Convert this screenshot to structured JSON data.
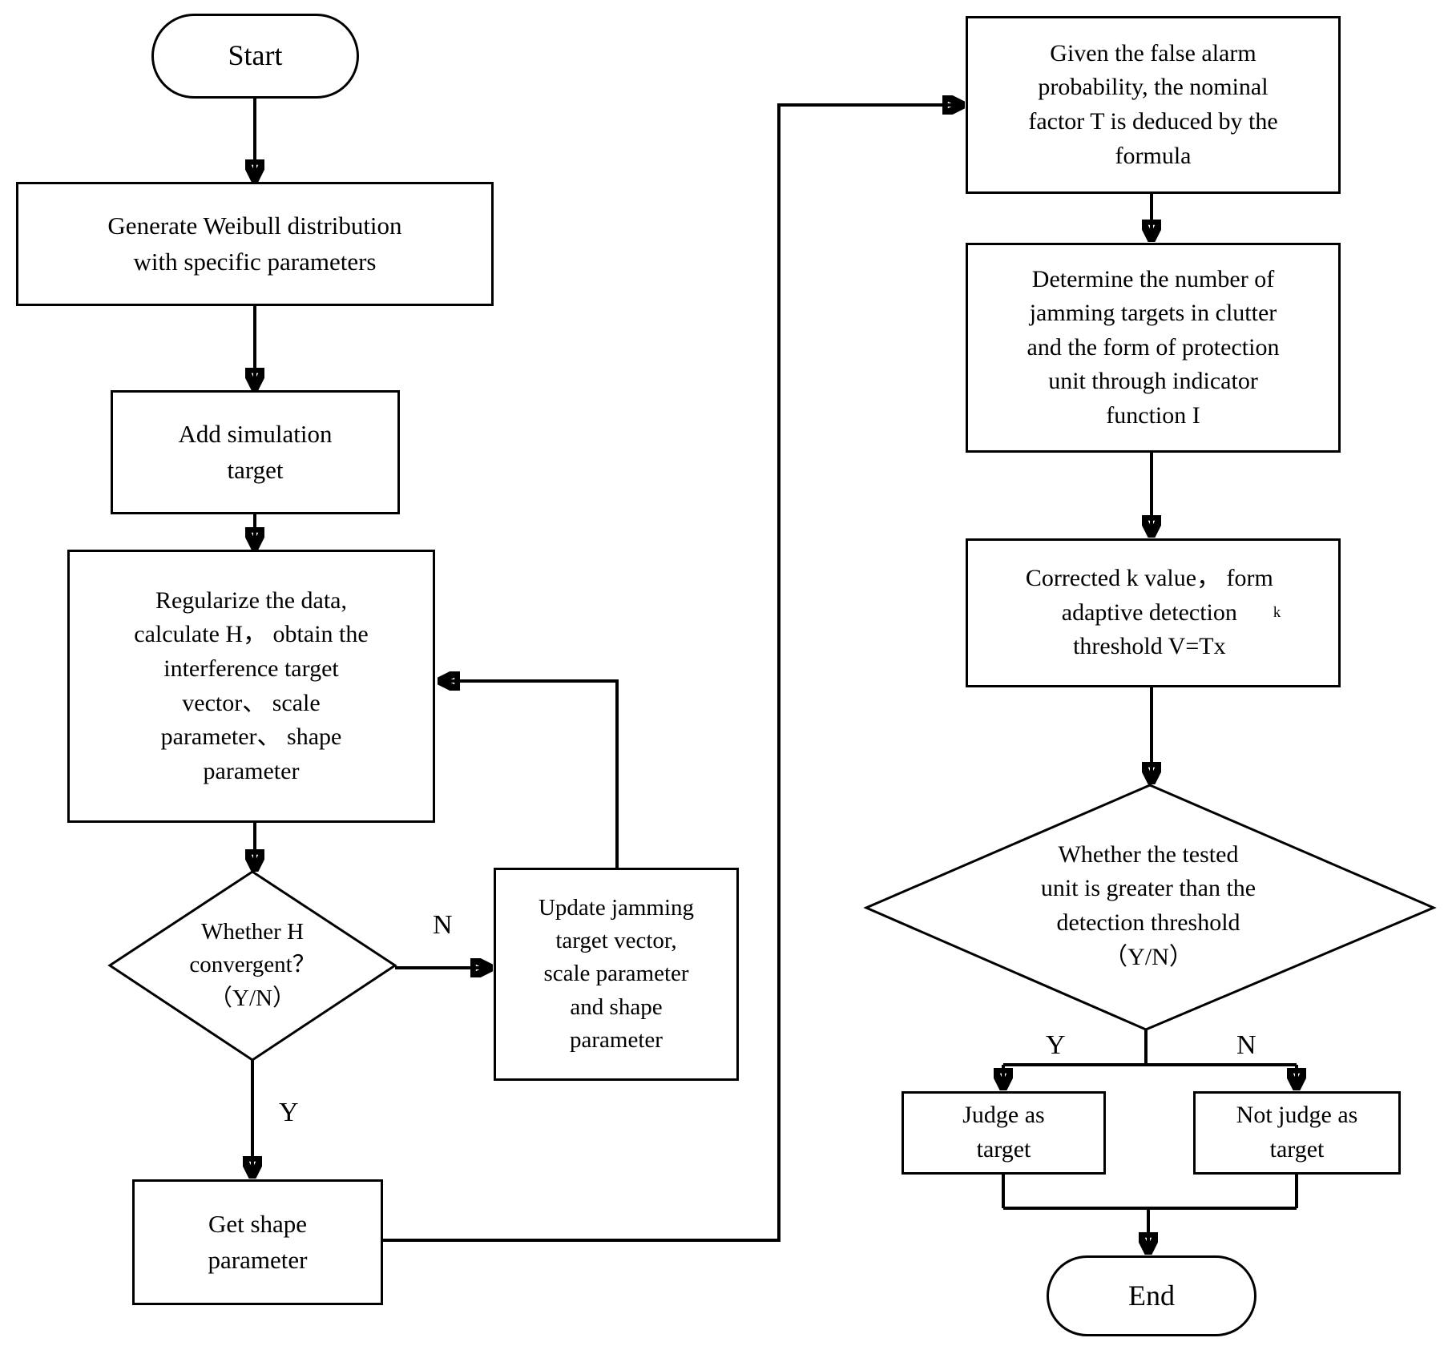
{
  "nodes": {
    "start": {
      "label": "Start"
    },
    "generate": {
      "label": "Generate Weibull distribution\nwith specific parameters"
    },
    "add_target": {
      "label": "Add simulation\ntarget"
    },
    "regularize": {
      "label": "Regularize the data,\ncalculate H， obtain the\ninterference target\nvector、 scale\nparameter、 shape\nparameter"
    },
    "h_convergent": {
      "label": "Whether H\nconvergent？\n（Y/N）"
    },
    "update_jamming": {
      "label": "Update jamming\ntarget vector,\nscale parameter\nand shape\nparameter"
    },
    "get_shape": {
      "label": "Get shape\nparameter"
    },
    "nominal_factor": {
      "label": "Given the false alarm\nprobability, the nominal\nfactor T is deduced by the\nformula"
    },
    "determine_number": {
      "label": "Determine the number of\njamming targets in clutter\nand the form of protection\nunit through indicator\nfunction I"
    },
    "corrected_k": {
      "label_main": "Corrected k value， form\nadaptive detection\nthreshold V=Tx",
      "label_sub": "k"
    },
    "threshold_check": {
      "label": "Whether the tested\nunit is greater than the\ndetection threshold\n（Y/N）"
    },
    "judge": {
      "label": "Judge as\ntarget"
    },
    "not_judge": {
      "label": "Not judge as\ntarget"
    },
    "end": {
      "label": "End"
    }
  },
  "edge_labels": {
    "small_diamond_no": "N",
    "small_diamond_yes": "Y",
    "big_diamond_yes": "Y",
    "big_diamond_no": "N"
  },
  "colors": {
    "line": "#000000",
    "background": "#ffffff"
  }
}
